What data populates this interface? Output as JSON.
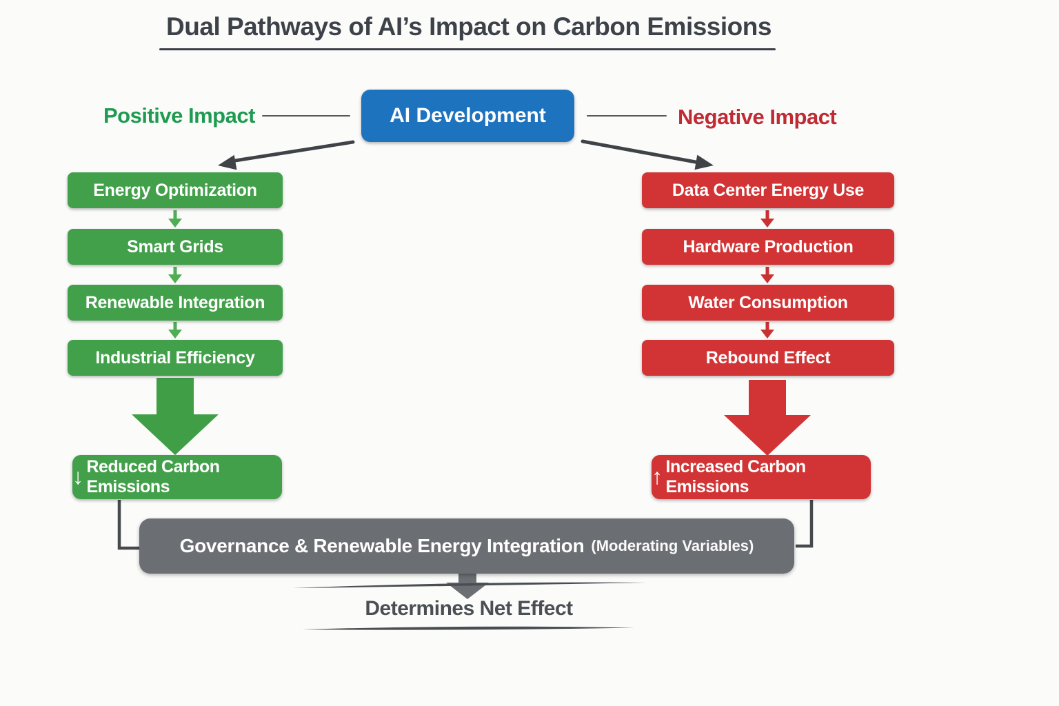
{
  "title": {
    "text": "Dual Pathways of AI’s Impact on Carbon Emissions"
  },
  "root": {
    "label": "AI Development"
  },
  "branches": {
    "positive": {
      "label": "Positive Impact",
      "steps": [
        "Energy Optimization",
        "Smart Grids",
        "Renewable Integration",
        "Industrial Efficiency"
      ],
      "outcome": {
        "icon": "down-arrow-icon",
        "icon_glyph": "↓",
        "label": "Reduced Carbon Emissions"
      }
    },
    "negative": {
      "label": "Negative Impact",
      "steps": [
        "Data Center Energy Use",
        "Hardware Production",
        "Water Consumption",
        "Rebound Effect"
      ],
      "outcome": {
        "icon": "up-arrow-icon",
        "icon_glyph": "↑",
        "label": "Increased Carbon Emissions"
      }
    }
  },
  "moderator": {
    "main": "Governance & Renewable Energy Integration",
    "note": "(Moderating Variables)"
  },
  "footer": {
    "text": "Determines Net Effect"
  },
  "colors": {
    "root_blue": "#1e73be",
    "positive_green": "#42a04a",
    "positive_text_green": "#1e9b51",
    "negative_red": "#d23334",
    "negative_text_red": "#c02a33",
    "moderator_gray": "#6b6e72",
    "connector_dark": "#3f4347",
    "title_dark": "#3d4249"
  }
}
